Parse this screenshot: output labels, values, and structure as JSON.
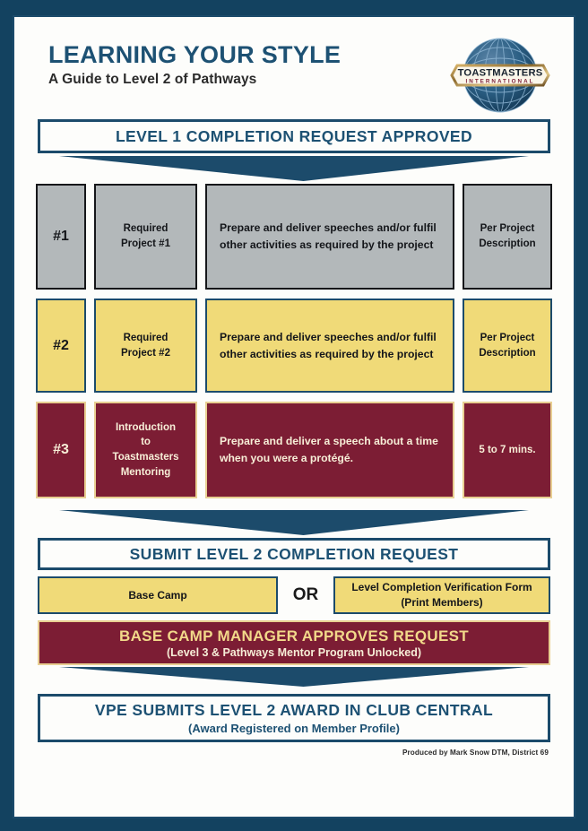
{
  "header": {
    "title": "LEARNING YOUR STYLE",
    "subtitle": "A Guide to Level 2 of Pathways",
    "logo": {
      "name_top": "TOASTMASTERS",
      "name_bottom": "INTERNATIONAL"
    }
  },
  "banners": {
    "level1_approved": "LEVEL 1 COMPLETION REQUEST APPROVED",
    "submit_level2": "SUBMIT LEVEL 2 COMPLETION REQUEST",
    "bcm_main": "BASE CAMP MANAGER APPROVES REQUEST",
    "bcm_sub": "(Level 3 & Pathways Mentor Program Unlocked)",
    "vpe_main": "VPE SUBMITS LEVEL 2 AWARD IN CLUB CENTRAL",
    "vpe_sub": "(Award Registered on Member Profile)"
  },
  "projects": [
    {
      "id": "row-1",
      "number": "#1",
      "name": "Required\nProject #1",
      "name_lines": [
        "Required",
        "Project #1"
      ],
      "description": "Prepare and deliver speeches and/or fulfil other activities as required by the project",
      "description_lines": [
        "Prepare and deliver speeches and/or fulfil",
        "other activities as required by the project"
      ],
      "time": "Per Project\nDescription",
      "time_lines": [
        "Per Project",
        "Description"
      ],
      "color": "#b3b8ba",
      "border": "#16171a",
      "text": "#14161a"
    },
    {
      "id": "row-2",
      "number": "#2",
      "name": "Required\nProject #2",
      "name_lines": [
        "Required",
        "Project #2"
      ],
      "description": "Prepare and deliver speeches and/or fulfil other activities as required by the project",
      "description_lines": [
        "Prepare and deliver speeches and/or fulfil",
        "other activities as required by the project"
      ],
      "time": "Per Project\nDescription",
      "time_lines": [
        "Per Project",
        "Description"
      ],
      "color": "#f0da78",
      "border": "#1c4b6b",
      "text": "#14161a"
    },
    {
      "id": "row-3",
      "number": "#3",
      "name": "Introduction to Toastmasters Mentoring",
      "name_lines": [
        "Introduction",
        "to",
        "Toastmasters",
        "Mentoring"
      ],
      "description": "Prepare and deliver a speech about a time when you were a protégé.",
      "description_lines": [
        "Prepare and deliver a speech about a time",
        "when you were a protégé."
      ],
      "time": "5 to 7 mins.",
      "time_lines": [
        "5 to 7 mins."
      ],
      "color": "#7c1d34",
      "border": "#e8cf92",
      "text": "#f7eed7"
    }
  ],
  "submission_options": {
    "base_camp": "Base Camp",
    "or_label": "OR",
    "verification_main": "Level Completion Verification Form",
    "verification_sub": "(Print Members)"
  },
  "credit": "Produced by Mark Snow DTM, District 69",
  "colors": {
    "navy": "#1c4b6b",
    "navy_dark": "#134260",
    "title_blue": "#1d5173",
    "gray": "#b3b8ba",
    "yellow": "#f0da78",
    "maroon": "#7c1d34",
    "gold": "#e8cf92",
    "cream": "#f7eed7",
    "page_bg": "#fdfdfb"
  }
}
